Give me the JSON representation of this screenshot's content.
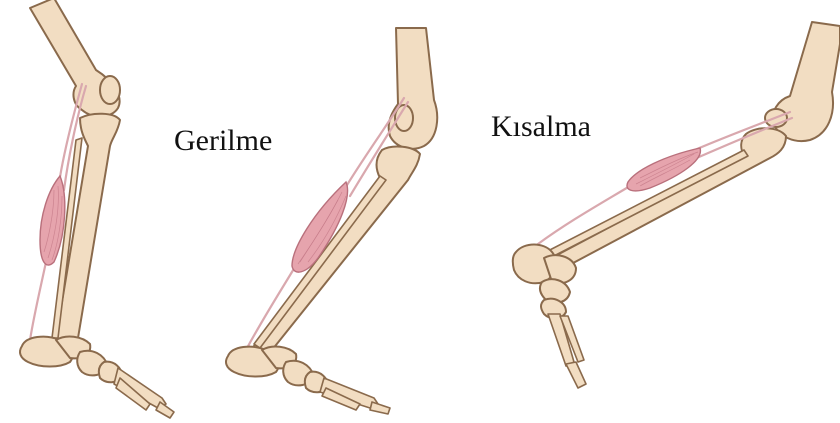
{
  "labels": {
    "stretch": "Gerilme",
    "contract": "Kısalma"
  },
  "figures": [
    {
      "name": "leg-straight"
    },
    {
      "name": "leg-bent-stretched"
    },
    {
      "name": "leg-contracted"
    }
  ],
  "colors": {
    "bone": "#f2ddc2",
    "bone_outline": "#8a6a4c",
    "muscle": "#e6a4ad",
    "tendon": "#d9a8ae",
    "background": "#ffffff",
    "text": "#111111"
  }
}
